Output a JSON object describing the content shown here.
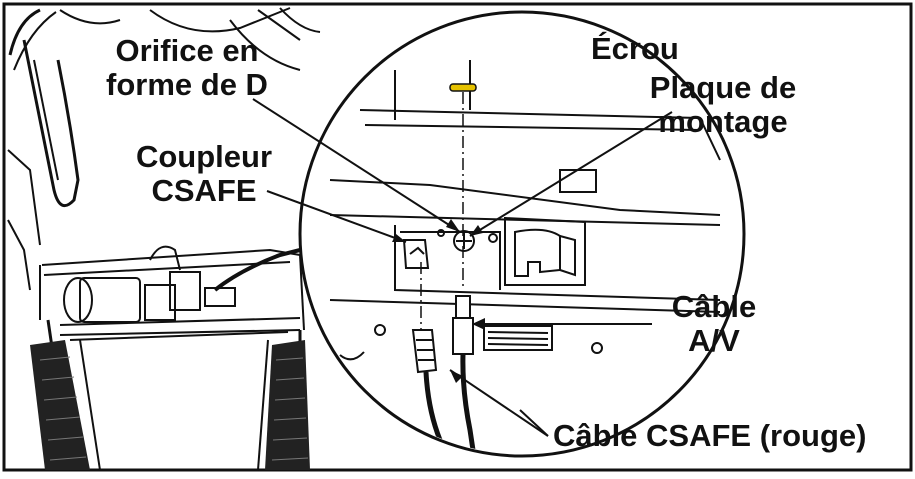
{
  "labels": {
    "d_hole": [
      "Orifice en",
      "forme de D"
    ],
    "nut": "Écrou",
    "mounting_plate": [
      "Plaque de",
      "montage"
    ],
    "csafe_coupler": [
      "Coupleur",
      "CSAFE"
    ],
    "av_cable": [
      "Câble",
      "A/V"
    ],
    "csafe_cable": "Câble CSAFE (rouge)"
  },
  "colors": {
    "line": "#111111",
    "nut": "#e6c200",
    "panel": "#ffffff"
  }
}
